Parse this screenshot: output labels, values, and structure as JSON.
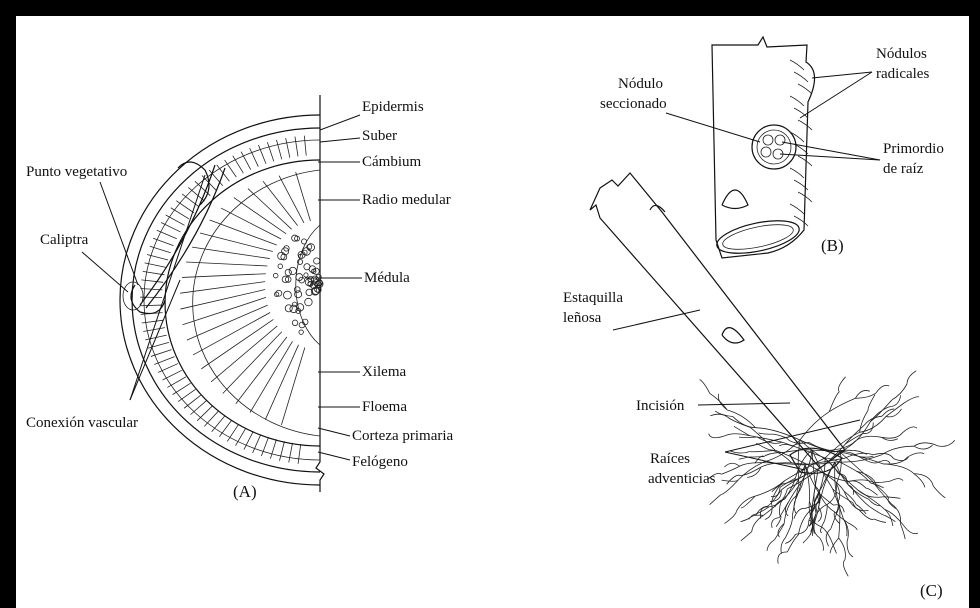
{
  "panels": {
    "a": {
      "caption": "(A)",
      "labels": {
        "epidermis": "Epidermis",
        "suber": "Suber",
        "cambium": "Cámbium",
        "radio_medular": "Radio medular",
        "medula": "Médula",
        "xilema": "Xilema",
        "floema": "Floema",
        "corteza_primaria": "Corteza primaria",
        "felogeno": "Felógeno",
        "punto_vegetativo": "Punto vegetativo",
        "caliptra": "Caliptra",
        "conexion_vascular": "Conexión vascular"
      }
    },
    "b": {
      "caption": "(B)",
      "labels": {
        "nodulos_line1": "Nódulos",
        "nodulos_line2": "radicales",
        "nodulo_sec_line1": "Nódulo",
        "nodulo_sec_line2": "seccionado",
        "primordio_line1": "Primordio",
        "primordio_line2": "de raíz"
      }
    },
    "c": {
      "caption": "(C)",
      "labels": {
        "estaquilla_line1": "Estaquilla",
        "estaquilla_line2": "leñosa",
        "incision": "Incisión",
        "raices_line1": "Raíces",
        "raices_line2": "adventicias"
      }
    }
  },
  "colors": {
    "frame": "#000000",
    "background": "#ffffff",
    "ink": "#111111"
  }
}
